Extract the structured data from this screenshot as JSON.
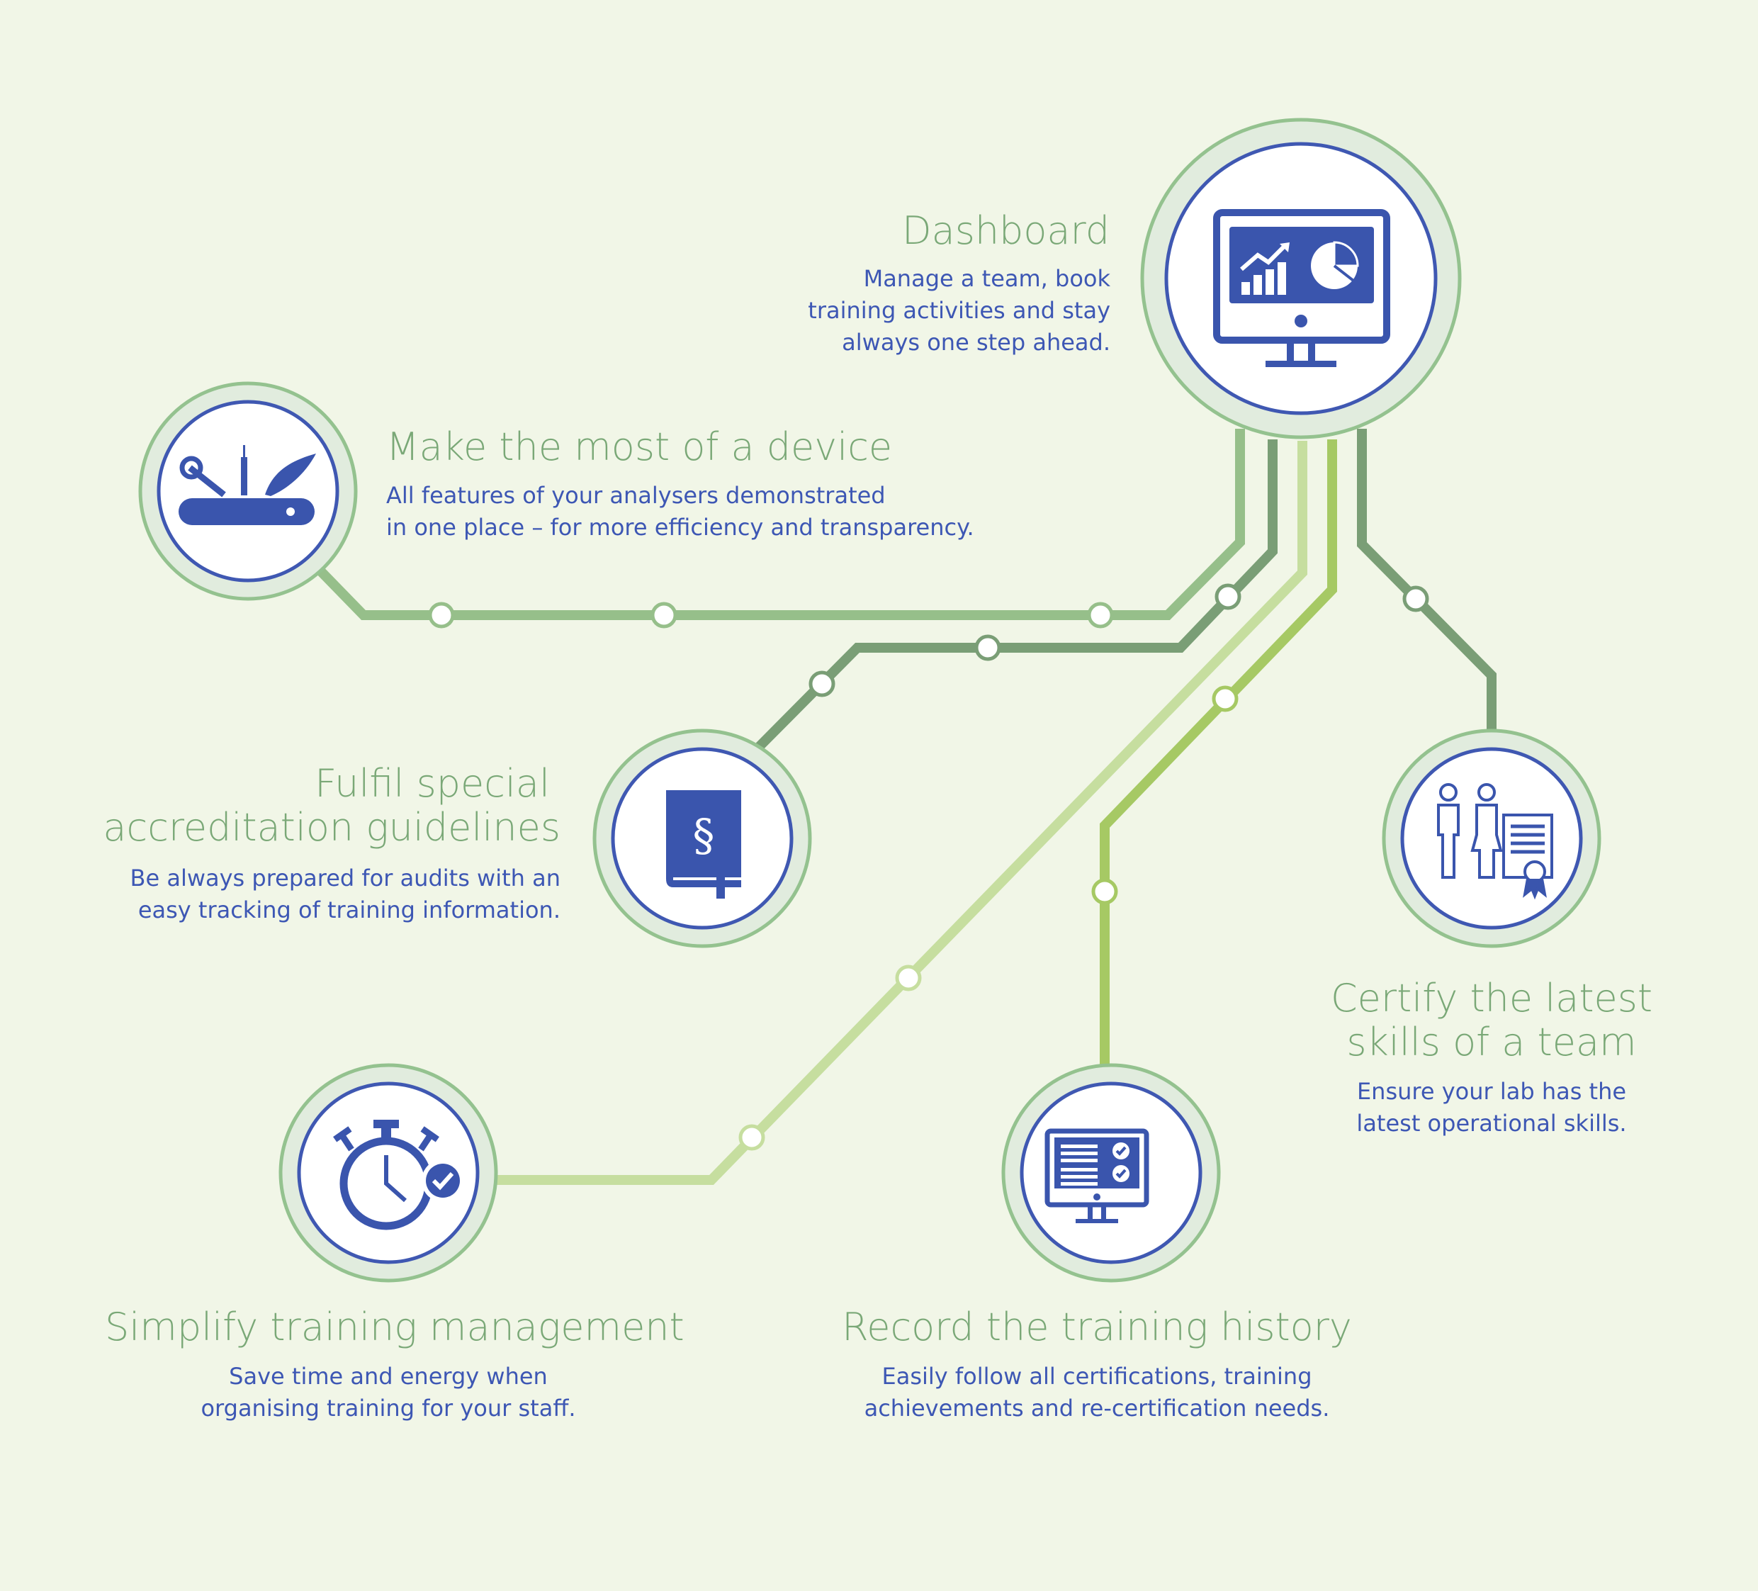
{
  "colors": {
    "background": "#f1f6e7",
    "title_green": "#7aa877",
    "text_blue": "#3d57b4",
    "icon_blue": "#3a55ad",
    "line_device": "#96bf8a",
    "line_accreditation": "#7a9e76",
    "line_simplify": "#c6de9f",
    "line_record": "#a6c964",
    "line_certify": "#7a9e76"
  },
  "nodes": {
    "dashboard": {
      "title": "Dashboard",
      "desc": [
        "Manage a team, book",
        "training activities and stay",
        "always one step ahead."
      ],
      "icon": "monitor-chart-icon"
    },
    "device": {
      "title": "Make the most of a device",
      "desc": [
        "All features of your analysers demonstrated",
        "in one place – for more efficiency and transparency."
      ],
      "icon": "multitool-icon"
    },
    "accreditation": {
      "title": [
        "Fulfil special",
        "accreditation guidelines"
      ],
      "desc": [
        "Be always prepared for audits with an",
        "easy tracking of training information."
      ],
      "icon": "law-book-icon"
    },
    "certify": {
      "title": [
        "Certify the latest",
        "skills of a team"
      ],
      "desc": [
        "Ensure your lab has the",
        "latest operational skills."
      ],
      "icon": "team-certificate-icon"
    },
    "simplify": {
      "title": "Simplify training management",
      "desc": [
        "Save time and energy when",
        "organising training for your staff."
      ],
      "icon": "stopwatch-check-icon"
    },
    "record": {
      "title": "Record the training history",
      "desc": [
        "Easily follow all certifications, training",
        "achievements and re-certification needs."
      ],
      "icon": "monitor-checklist-icon"
    }
  }
}
